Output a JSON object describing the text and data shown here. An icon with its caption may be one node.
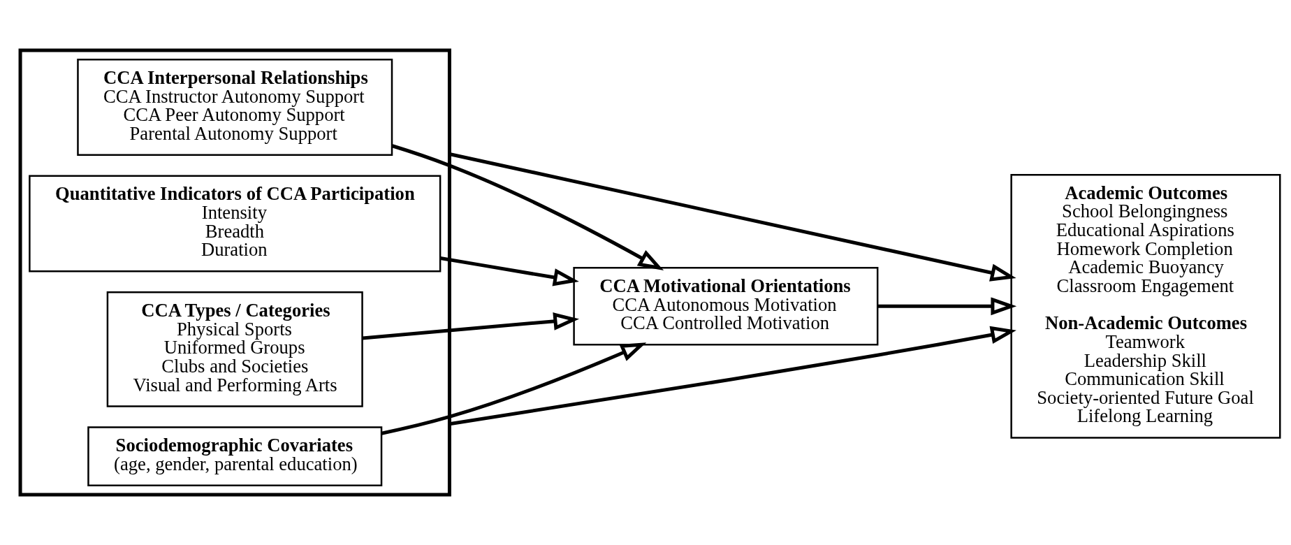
{
  "diagram": {
    "nodes": [
      {
        "text": [],
        "shape": "box"
      },
      {
        "text": [
          "Sociodemographic Covariates",
          "(age, gender, parental education)"
        ],
        "in": 0
      },
      {
        "text": [
          "CCA Types / Categories",
          "Physical Sports",
          "Uniformed Groups",
          "Clubs and Societies",
          "Visual and Performing Arts"
        ],
        "in": 0
      },
      {
        "text": [
          "Quantitative Indicators of CCA Participation",
          "Intensity",
          "Breadth",
          "Duration"
        ],
        "in": 0
      },
      {
        "text": [
          "CCA Interpersonal Relationships",
          "CCA Instructor Autonomy Support",
          "CCA Peer Autonomy Support",
          "Parental Autonomy Support"
        ],
        "in": 0
      },
      {
        "text": [
          "CCA Motivational Orientations",
          "CCA Autonomous Motivation",
          "CCA Controlled Motivation"
        ]
      },
      {
        "text": [
          "Academic Outcomes",
          "School Belongingness",
          "Educational Aspirations",
          "Homework Completion",
          "Academic Buoyancy",
          "Classroom Engagement",
          "Non-Academic Outcomes",
          "Teamwork",
          "Leadership Skill",
          "Communication Skill",
          "Society-oriented Future Goal",
          "Lifelong Learning"
        ]
      }
    ],
    "edges": [
      {
        "from": 0,
        "to": 6,
        "arrow": "to"
      },
      {
        "from": 1,
        "to": 5,
        "arrow": "to"
      },
      {
        "from": 2,
        "to": 5,
        "arrow": "to"
      },
      {
        "from": 3,
        "to": 5,
        "arrow": "to"
      },
      {
        "from": 4,
        "to": 5,
        "arrow": "to"
      },
      {
        "from": 5,
        "to": 6,
        "arrow": "to"
      },
      {
        "from": 0,
        "to": 6,
        "arrow": "to"
      }
    ]
  }
}
